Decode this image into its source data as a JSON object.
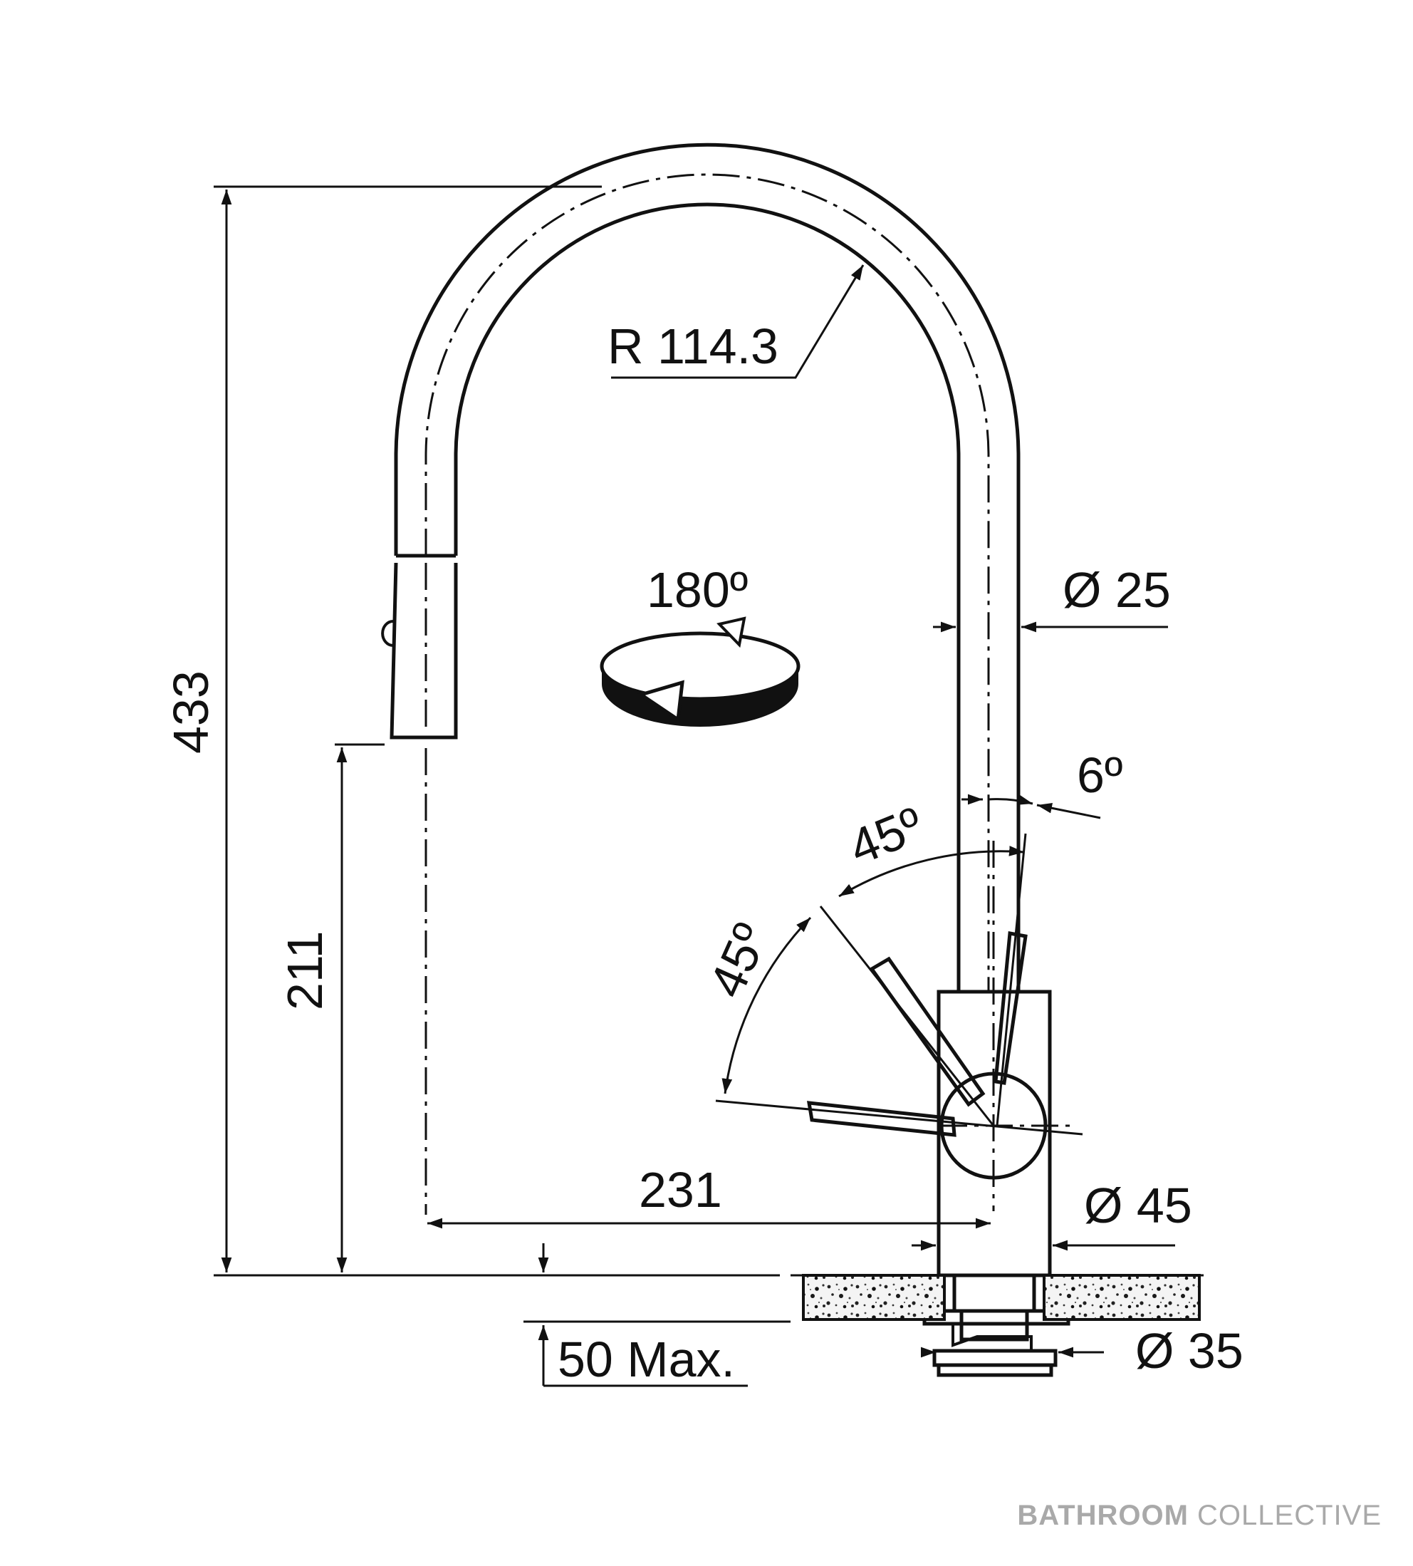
{
  "dimensions": {
    "overall_height": "433",
    "spout_height": "211",
    "reach": "231",
    "radius": "R 114.3",
    "rotation": "180º",
    "spout_diameter": "Ø 25",
    "body_diameter": "Ø 45",
    "shank_diameter": "Ø 35",
    "lever_tilt": "6º",
    "lever_angle_upper": "45º",
    "lever_angle_lower": "45º",
    "deck_thickness": "50 Max."
  },
  "brand": {
    "part1": "BATHROOM",
    "part2": "COLLECTIVE"
  }
}
